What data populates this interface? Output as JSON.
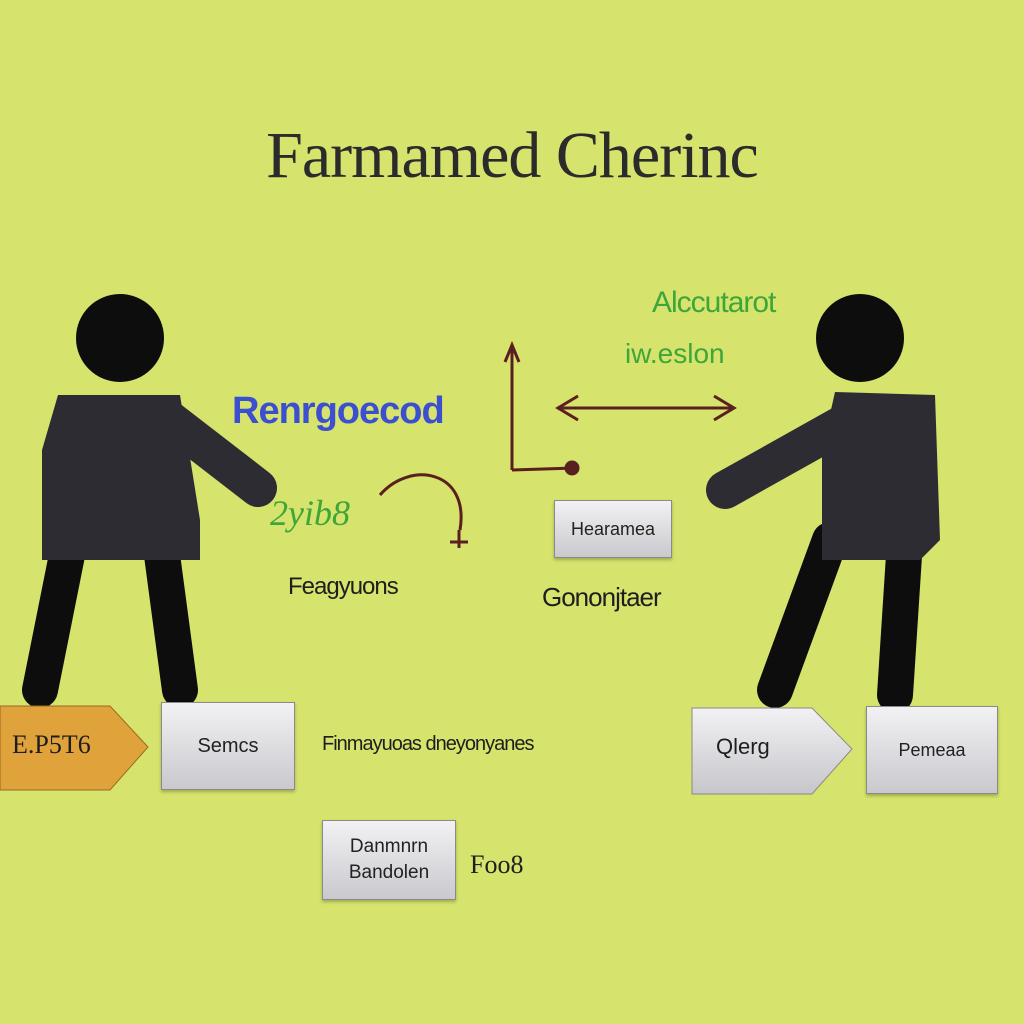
{
  "title": "Farmamed Cherinc",
  "labels": {
    "blue_heading": "Renrgoecod",
    "green_scribble": "2yib8",
    "green_right_top": "Alccutarot",
    "green_right_bottom": "iw.eslon",
    "left_caption": "Feagyuons",
    "right_caption": "Gononjtaer",
    "middle_long": "Finmayuoas dneyonyanes",
    "bottom_right_note": "Foo8"
  },
  "boxes": {
    "left_arrow": "E.P5T6",
    "left_box": "Semcs",
    "center_top_box": "Hearamea",
    "right_arrow": "Qlerg",
    "right_box": "Pemeaa",
    "bottom_box_line1": "Danmnrn",
    "bottom_box_line2": "Bandolen"
  },
  "colors": {
    "background": "#d6e36c",
    "figure": "#0d0d0d",
    "shirt": "#2e2c33",
    "blue": "#3b4fd0",
    "green": "#3ea63a",
    "arrow": "#5a1f1f",
    "orange_arrow": "#e0a23a"
  },
  "icons": [
    "person-icon",
    "person-icon",
    "double-arrow-icon",
    "curved-arrow-icon",
    "corner-arrow-icon"
  ]
}
